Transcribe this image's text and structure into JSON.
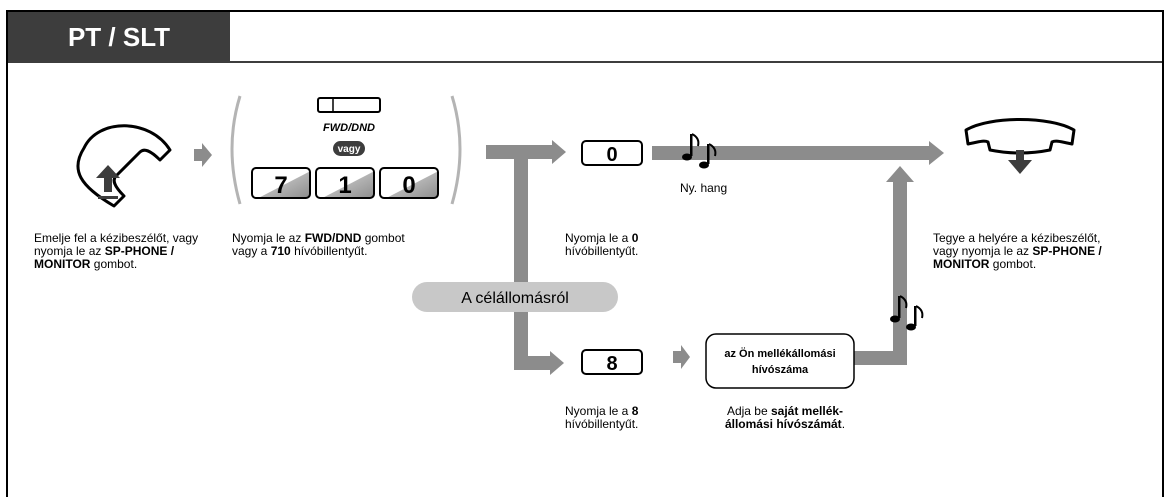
{
  "header": {
    "title": "PT / SLT"
  },
  "colors": {
    "arrow": "#8c8c8c",
    "dark": "#3d3d3d",
    "pill": "#c8c8c8"
  },
  "step1": {
    "text_a": "Emelje fel a kézibeszélőt, vagy nyomja le az ",
    "bold_a": "SP-PHONE / MONITOR",
    "text_b": " gombot."
  },
  "step2": {
    "button_label": "FWD/DND",
    "or_label": "vagy",
    "keys": [
      "7",
      "1",
      "0"
    ],
    "text_a": "Nyomja le az ",
    "bold_a": "FWD/DND",
    "text_b": " gombot vagy a ",
    "bold_b": "710",
    "text_c": " hívóbillentyűt."
  },
  "upper": {
    "key": "0",
    "tone_label": "Ny. hang",
    "text_a": "Nyomja le a ",
    "bold_a": "0",
    "text_b": " hívóbillentyűt."
  },
  "branch_label": "A célállomásról",
  "lower": {
    "key": "8",
    "text_a": "Nyomja le a ",
    "bold_a": "8",
    "text_b": " hívóbillentyűt.",
    "box_line1": "az Ön mellékállomási",
    "box_line2": "hívószáma",
    "text_c": "Adja be ",
    "bold_c": "saját mellék-állomási hívószámát",
    "text_d": "."
  },
  "step_end": {
    "text_a": "Tegye a helyére a kézibeszélőt, vagy nyomja le az ",
    "bold_a": "SP-PHONE / MONITOR",
    "text_b": " gombot."
  }
}
